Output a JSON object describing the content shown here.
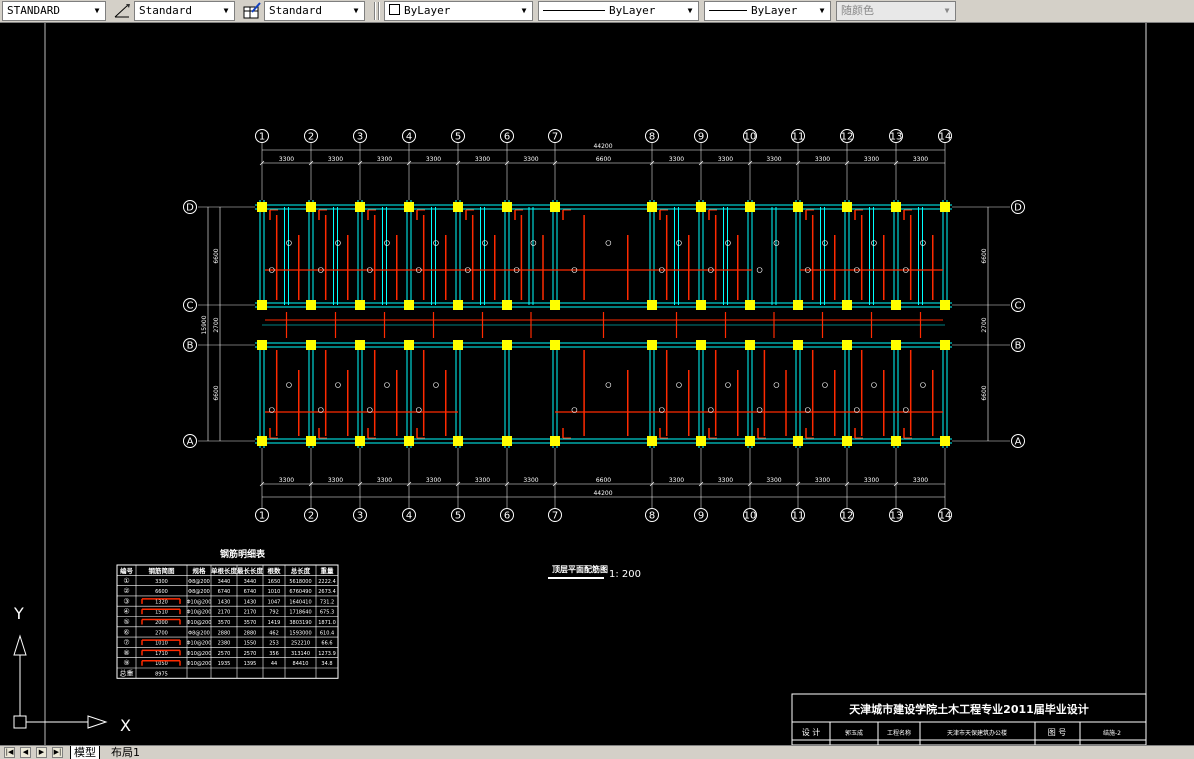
{
  "toolbar": {
    "text_style": "STANDARD",
    "dim_style": "Standard",
    "table_style": "Standard",
    "layer": "ByLayer",
    "linetype": "ByLayer",
    "lineweight": "ByLayer",
    "color": "随颜色"
  },
  "drawing": {
    "axes_top": [
      "1",
      "2",
      "3",
      "4",
      "5",
      "6",
      "7",
      "8",
      "9",
      "10",
      "11",
      "12",
      "13",
      "14"
    ],
    "rows_left": [
      "D",
      "C",
      "B",
      "A"
    ],
    "overall_top": "44200",
    "overall_bottom": "44200",
    "spans_top": [
      "3300",
      "3300",
      "3300",
      "3300",
      "3300",
      "3300",
      "6600",
      "3300",
      "3300",
      "3300",
      "3300",
      "3300",
      "3300"
    ],
    "spans_bottom": [
      "3300",
      "3300",
      "3300",
      "3300",
      "3300",
      "3300",
      "6600",
      "3300",
      "3300",
      "3300",
      "3300",
      "3300",
      "3300"
    ],
    "vdims_left": [
      "6600",
      "2700",
      "6600"
    ],
    "vdim_left_total": "15900",
    "vdims_right": [
      "6600",
      "2700",
      "6600"
    ],
    "plan_title": "顶层平面配筋图",
    "plan_scale": "1: 200",
    "rebar_table": {
      "title": "钢筋明细表",
      "headers": [
        "编号",
        "钢筋简图",
        "规格",
        "单根长度",
        "最长长度",
        "根数",
        "总长度",
        "重量"
      ],
      "rows": [
        [
          "①",
          "3300",
          "Φ8@200",
          "3440",
          "3440",
          "1650",
          "5618000",
          "2222.4"
        ],
        [
          "②",
          "6600",
          "Φ8@200",
          "6740",
          "6740",
          "1010",
          "6760490",
          "2673.4"
        ],
        [
          "③",
          "1320",
          "Φ10@200",
          "1430",
          "1430",
          "1047",
          "1640410",
          "731.2"
        ],
        [
          "④",
          "1510",
          "Φ10@200",
          "2170",
          "2170",
          "792",
          "1718640",
          "675.3"
        ],
        [
          "⑤",
          "2000",
          "Φ10@200",
          "3570",
          "3570",
          "1419",
          "3803190",
          "1871.0"
        ],
        [
          "⑥",
          "2700",
          "Φ8@200",
          "2880",
          "2880",
          "462",
          "1593000",
          "610.4"
        ],
        [
          "⑦",
          "1010",
          "Φ10@200",
          "2380",
          "1550",
          "253",
          "252210",
          "66.6"
        ],
        [
          "⑧",
          "1710",
          "Φ10@200",
          "2570",
          "2570",
          "356",
          "313140",
          "1273.9"
        ],
        [
          "⑨",
          "1050",
          "Φ10@200",
          "1935",
          "1395",
          "44",
          "84410",
          "34.8"
        ],
        [
          "总重",
          "",
          "",
          "",
          "",
          "",
          "",
          "8975"
        ]
      ]
    },
    "title_block": {
      "school": "天津城市建设学院土木工程专业2011届毕业设计",
      "design_label": "设 计",
      "designer": "郭玉成",
      "project_label": "工程名称",
      "project": "天津市天保建筑办公楼",
      "dwg_label": "图 号",
      "dwg_no": "结施-2"
    },
    "ucs": {
      "y": "Y",
      "x": "X"
    }
  },
  "layout_tabs": {
    "model": "模型",
    "layout1": "布局1"
  },
  "colors": {
    "background": "#000000",
    "beam": "#00ffff",
    "rebar": "#ff2a00",
    "column": "#ffff00",
    "line": "#ffffff"
  }
}
